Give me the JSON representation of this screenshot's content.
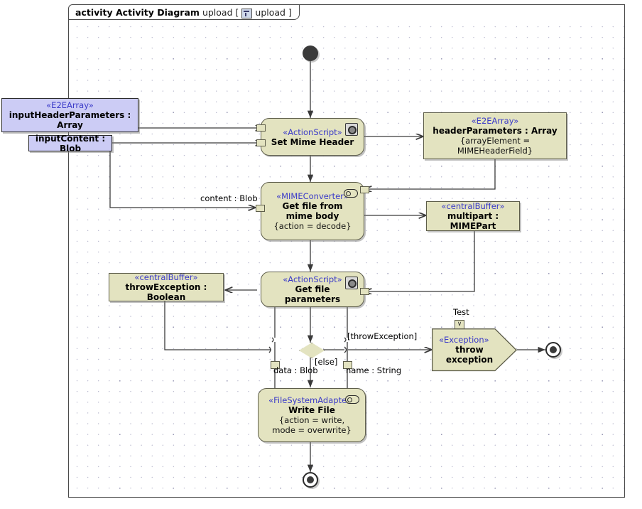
{
  "frame": {
    "keyword": "activity Activity Diagram",
    "name": "upload",
    "bracket_open": "[",
    "icon": "activity-diagram-icon",
    "qualifier": "upload",
    "bracket_close": "]"
  },
  "colors": {
    "node_fill": "#e3e3c0",
    "node_border": "#5d5d4a",
    "param_fill": "#ccccf5",
    "param_border": "#2b2b2b",
    "stereotype_text": "#3a3ac8",
    "control_node": "#3a3a3a",
    "grid_dot": "#9a9ab8",
    "frame_border": "#4a4a4a"
  },
  "nodes": {
    "initial": {
      "name": "initial-node"
    },
    "input_header_parameters": {
      "stereotype": "«E2EArray»",
      "label": "inputHeaderParameters : Array"
    },
    "input_content": {
      "label": "inputContent : Blob"
    },
    "set_mime_header": {
      "stereotype": "«ActionScript»",
      "label": "Set Mime Header",
      "icon": "script-icon"
    },
    "header_parameters": {
      "stereotype": "«E2EArray»",
      "label": "headerParameters : Array",
      "props": "{arrayElement = MIMEHeaderField}"
    },
    "get_file_from_mime_body": {
      "stereotype": "«MIMEConverter»",
      "label_line1": "Get file from",
      "label_line2": "mime body",
      "props": "{action = decode}",
      "icon": "adapter-pin-icon"
    },
    "multipart": {
      "stereotype": "«centralBuffer»",
      "label": "multipart : MIMEPart"
    },
    "throw_exception_buffer": {
      "stereotype": "«centralBuffer»",
      "label": "throwException : Boolean"
    },
    "get_file_parameters": {
      "stereotype": "«ActionScript»",
      "label_line1": "Get file",
      "label_line2": "parameters",
      "icon": "script-icon"
    },
    "decision": {
      "name": "decision-node"
    },
    "throw_exception": {
      "stereotype": "«Exception»",
      "label_line1": "throw",
      "label_line2": "exception",
      "test_label": "Test",
      "test_pin_glyph": "∨"
    },
    "write_file": {
      "stereotype": "«FileSystemAdapter»",
      "label": "Write File",
      "props_line1": "{action = write,",
      "props_line2": "mode = overwrite}",
      "icon": "adapter-pin-icon"
    },
    "final_exception": {
      "name": "activity-final-node-exception"
    },
    "final_main": {
      "name": "activity-final-node-main"
    }
  },
  "edge_labels": {
    "content_blob": "content : Blob",
    "guard_throw_exception": "[throwException]",
    "guard_else": "[else]",
    "data_blob": "data : Blob",
    "name_string": "name : String"
  }
}
